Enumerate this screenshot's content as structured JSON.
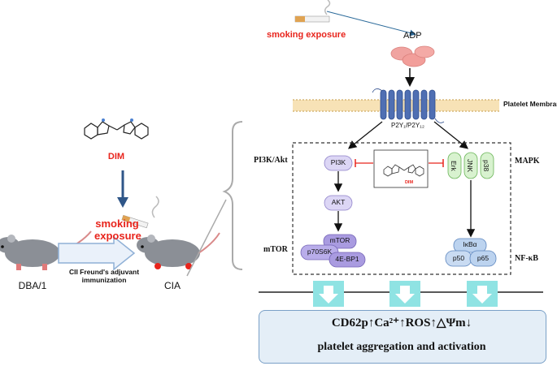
{
  "left": {
    "compound_label": "DIM",
    "smoking_label": "smoking\nexposure",
    "mouse_left_label": "DBA/1",
    "mouse_right_label": "CIA",
    "immunization_label": "CII Freund's adjuvant\nimmunization"
  },
  "top": {
    "smoking_label": "smoking exposure",
    "adp_label": "ADP",
    "membrane_label": "Platelet Membrane",
    "receptor_label": "P2Y₁/P2Y₁₂"
  },
  "pathways": {
    "pi3k_akt_label": "PI3K/Akt",
    "mapk_label": "MAPK",
    "mtor_label": "mTOR",
    "nfkb_label": "NF-κB",
    "dim_inset_label": "DIM"
  },
  "nodes": {
    "pi3k": "PI3K",
    "akt": "AKT",
    "mtor": "mTOR",
    "p70s6k": "p70S6K",
    "ebp1": "4E-BP1",
    "erk": "Erk",
    "jnk": "JNK",
    "p38": "p38",
    "ikba": "IκBα",
    "p50": "p50",
    "p65": "p65"
  },
  "outcome": {
    "line1": "CD62p↑Ca²⁺↑ROS↑△Ψm↓",
    "line2": "platelet aggregation and activation"
  },
  "colors": {
    "dim_red": "#e8241c",
    "receptor_blue": "#4f6fb3",
    "node_lavender": "#dcd6f5",
    "node_purple": "#a99be0",
    "node_green": "#d8f2cf",
    "node_blue": "#bcd3ef",
    "outcome_bg": "#e4eef7"
  }
}
